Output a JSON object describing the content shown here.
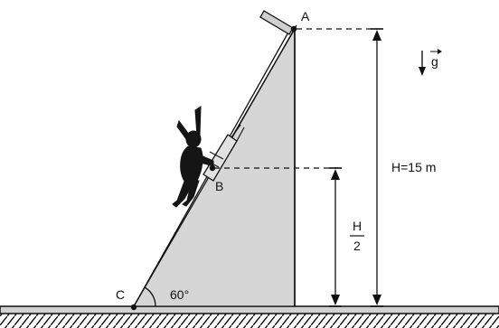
{
  "diagram": {
    "points": {
      "A": "A",
      "B": "B",
      "C": "C"
    },
    "angle_label": "60°",
    "height_label": "H=15 m",
    "half_height": {
      "numerator": "H",
      "denominator": "2"
    },
    "gravity_label": "g",
    "colors": {
      "wedge": "#d6d6d6",
      "ink": "#111111",
      "ground": "#cfcfcf"
    }
  }
}
